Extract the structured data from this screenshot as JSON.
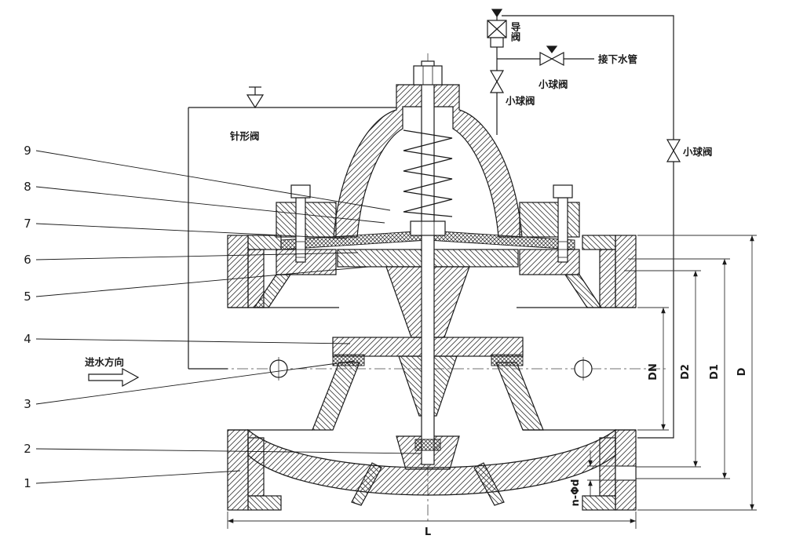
{
  "diagram": {
    "parts": [
      {
        "label": "9"
      },
      {
        "label": "8"
      },
      {
        "label": "7"
      },
      {
        "label": "6"
      },
      {
        "label": "5"
      },
      {
        "label": "4"
      },
      {
        "label": "3"
      },
      {
        "label": "2"
      },
      {
        "label": "1"
      }
    ],
    "callouts": {
      "needle_valve": "针形阀",
      "pilot_valve": "导阀",
      "ball_valve_top": "小球阀",
      "ball_valve_drain": "小球阀",
      "ball_valve_right": "小球阀",
      "drain_pipe": "接下水管",
      "flow_direction": "进水方向"
    },
    "dimensions": {
      "dn": "DN",
      "d2": "D2",
      "d1": "D1",
      "d": "D",
      "l": "L",
      "bolt_holes": "n-Φd"
    },
    "colors": {
      "line": "#1a1a1a",
      "background": "#ffffff"
    }
  }
}
